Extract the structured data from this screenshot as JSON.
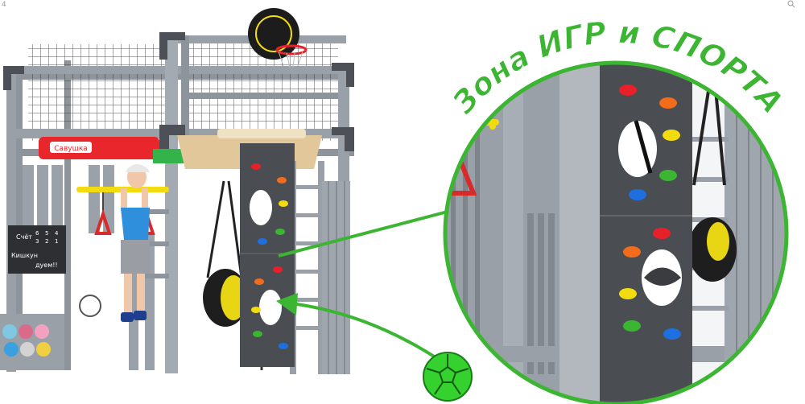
{
  "headline": {
    "text": "Зона ИГР и СПОРТА",
    "color": "#3cb533"
  },
  "chalkboard": {
    "score_label": "Счёт",
    "row1": [
      "6",
      "5",
      "4"
    ],
    "row2": [
      "3",
      "2",
      "1"
    ],
    "writing1": "Кишкун",
    "writing2": "дуем!!"
  },
  "sign_text": "Савушка",
  "corner_left": "4",
  "colors": {
    "frame": "#8e949c",
    "frame_dark": "#6a7078",
    "panel": "#4a4d52",
    "accent_green": "#3cb533",
    "ball_green": "#35d12f",
    "hold_colors": [
      "#e8202a",
      "#f26c1c",
      "#f2dc10",
      "#3cb533",
      "#1e6fe0"
    ]
  },
  "icons": [
    "basketball-hoop-icon",
    "football-icon",
    "magnifier-icon",
    "rings-icon",
    "climbing-hold-icon"
  ]
}
